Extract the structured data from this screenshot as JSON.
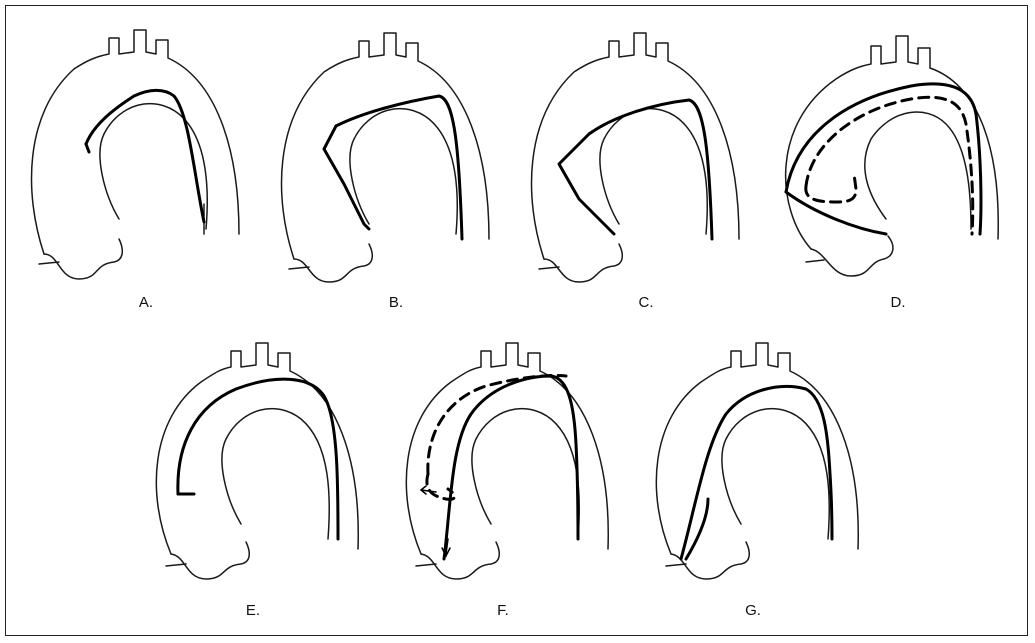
{
  "figure": {
    "panels": [
      {
        "id": "A",
        "label": "A."
      },
      {
        "id": "B",
        "label": "B."
      },
      {
        "id": "C",
        "label": "C."
      },
      {
        "id": "D",
        "label": "D."
      },
      {
        "id": "E",
        "label": "E."
      },
      {
        "id": "F",
        "label": "F."
      },
      {
        "id": "G",
        "label": "G."
      }
    ]
  }
}
